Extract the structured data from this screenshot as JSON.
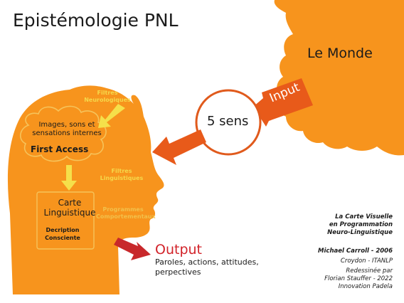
{
  "title": "Epistémologie PNL",
  "world_label": "Le  Monde",
  "input_label": "Input",
  "senses_label": "5 sens",
  "head": {
    "filtres_neuro": "Filtres Neurologiques",
    "images": "Images, sons et sensations internes",
    "first_access": "First Access",
    "filtres_ling": "Filtres Linguistiques",
    "carte": "Carte Linguistique",
    "description": "Decription Consciente",
    "programmes": "Programmes Comportementaux"
  },
  "output": {
    "label": "Output",
    "items": "Paroles, actions, attitudes, perpectives"
  },
  "credits": {
    "line1": "La Carte Visuelle",
    "line2": "en Programmation",
    "line3": "Neuro-Linguistique",
    "author": "Michael Carroll - 2006",
    "org": "Croydon - ITANLP",
    "redraw1": "Redessinée par",
    "redraw2": "Florian Stauffer - 2022",
    "redraw3": "Innovation Padela"
  },
  "colors": {
    "orange": "#f7941d",
    "arrow_orange": "#e85a1a",
    "yellow": "#f5d84a",
    "red_arrow": "#c8282b",
    "output_red": "#d2232a"
  }
}
